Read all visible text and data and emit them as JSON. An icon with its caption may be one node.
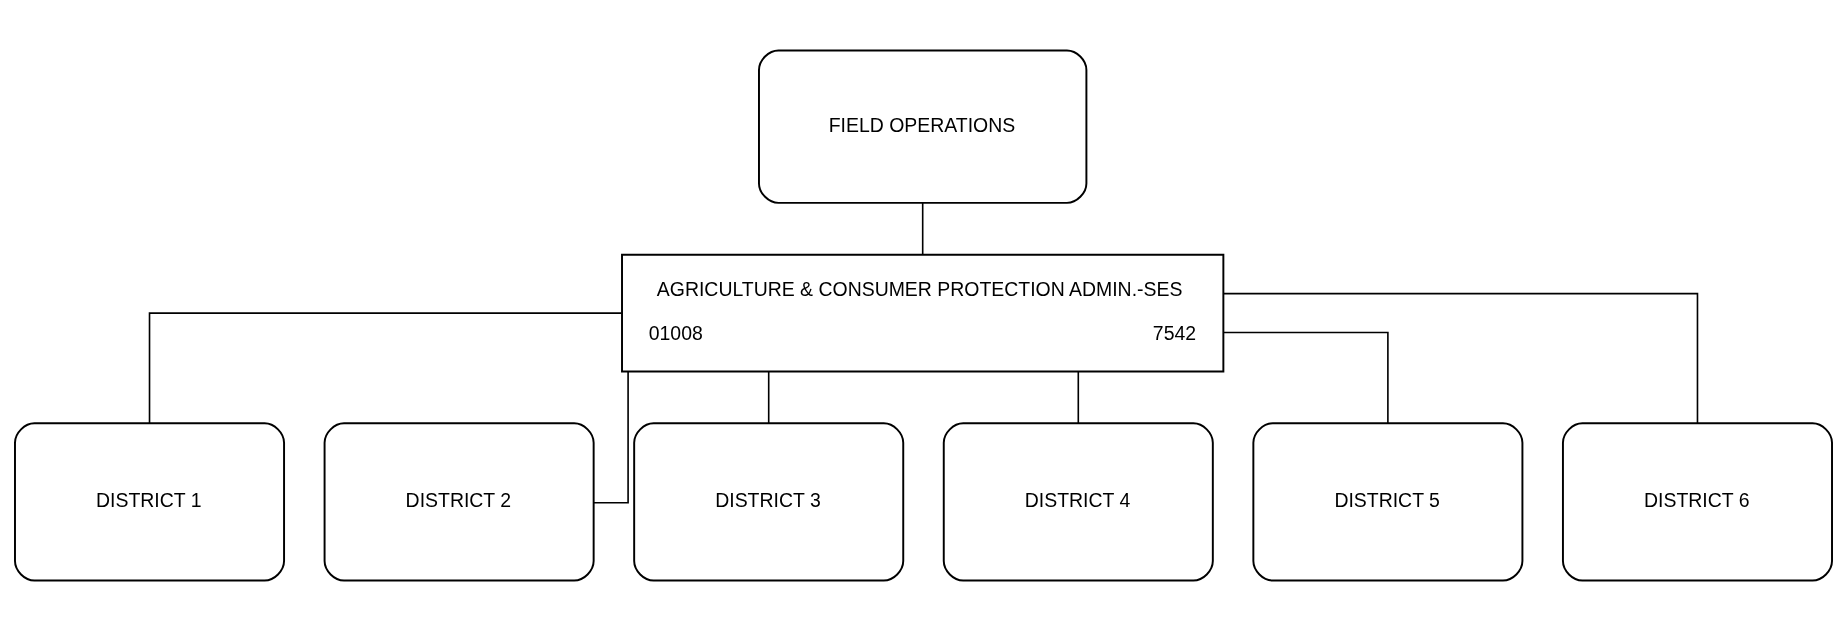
{
  "diagram": {
    "nodes": [
      {
        "text": [
          "FIELD OPERATIONS"
        ]
      },
      {
        "text": [
          "AGRICULTURE & CONSUMER PROTECTION ADMIN.-SES",
          "01008",
          "7542"
        ]
      },
      {
        "text": [
          "DISTRICT 1"
        ]
      },
      {
        "text": [
          "DISTRICT 2"
        ]
      },
      {
        "text": [
          "DISTRICT 3"
        ]
      },
      {
        "text": [
          "DISTRICT 4"
        ]
      },
      {
        "text": [
          "DISTRICT 5"
        ]
      },
      {
        "text": [
          "DISTRICT 6"
        ]
      }
    ],
    "edges": [
      {
        "from": 0,
        "to": 1,
        "arrow": "none"
      },
      {
        "from": 1,
        "to": 2,
        "arrow": "none"
      },
      {
        "from": 1,
        "to": 3,
        "arrow": "none"
      },
      {
        "from": 1,
        "to": 4,
        "arrow": "none"
      },
      {
        "from": 1,
        "to": 5,
        "arrow": "none"
      },
      {
        "from": 1,
        "to": 6,
        "arrow": "none"
      },
      {
        "from": 1,
        "to": 7,
        "arrow": "none"
      }
    ]
  }
}
